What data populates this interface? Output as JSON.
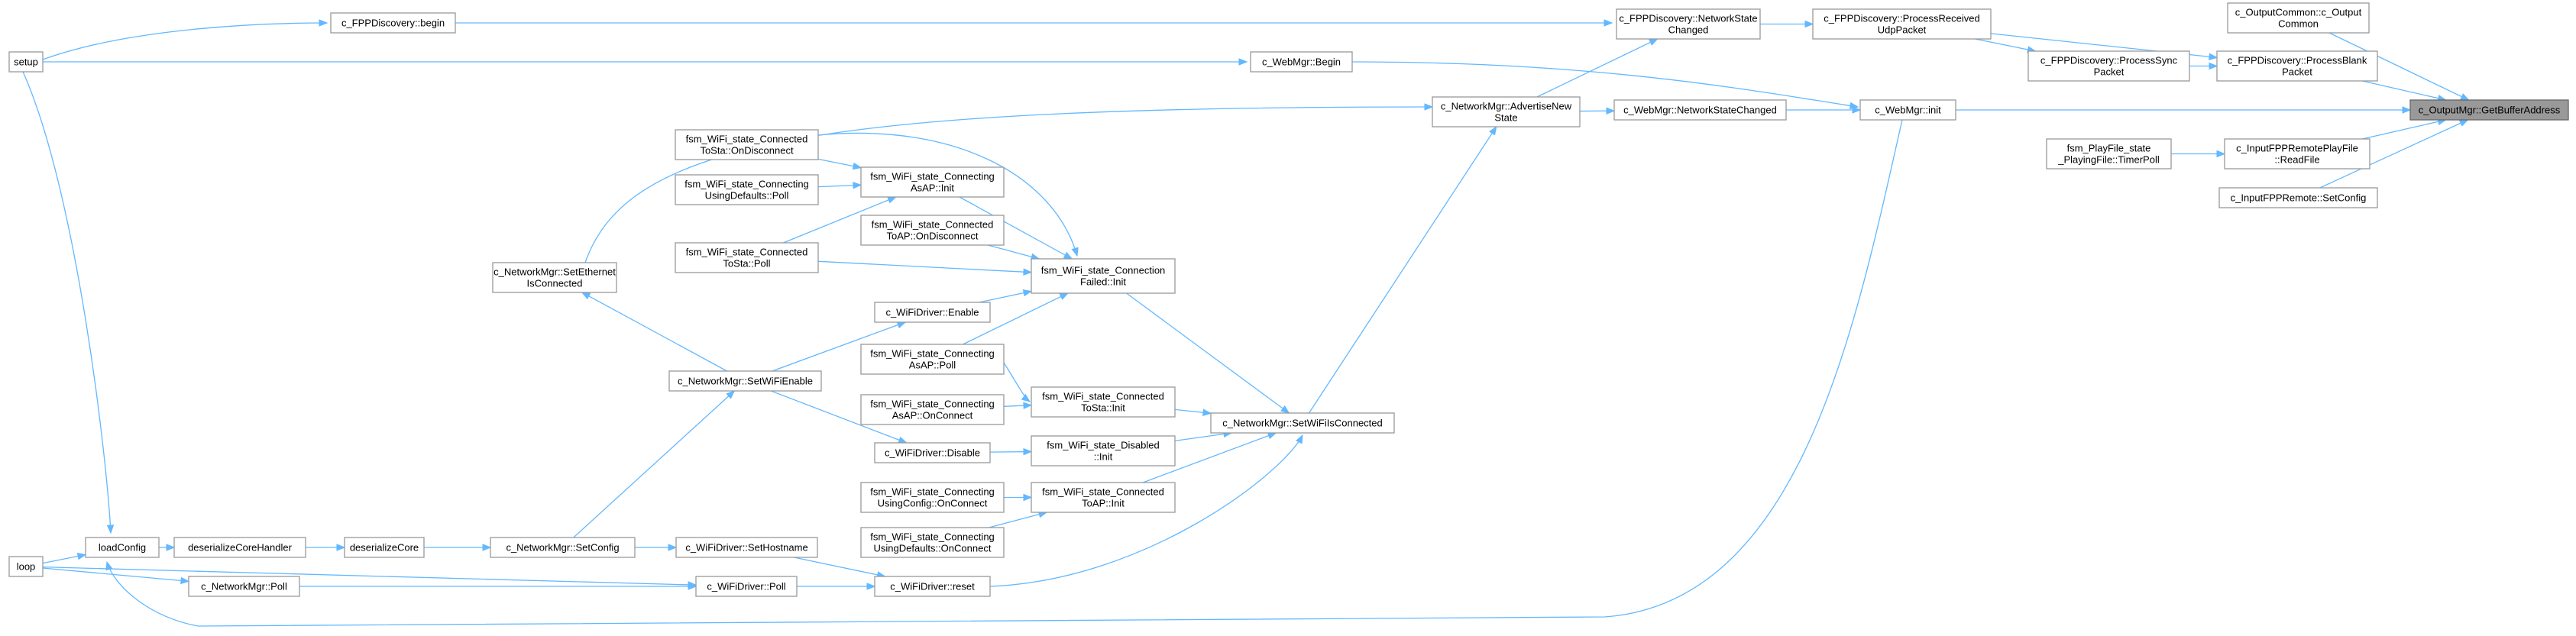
{
  "graph": {
    "colors": {
      "edge": "#63b8ff",
      "node_border": "#999999",
      "focus_fill": "#999999",
      "node_fill": "#ffffff"
    },
    "nodes": {
      "setup": [
        "setup"
      ],
      "loop": [
        "loop"
      ],
      "loadConfig": [
        "loadConfig"
      ],
      "deserializeCoreHandler": [
        "deserializeCoreHandler"
      ],
      "deserializeCore": [
        "deserializeCore"
      ],
      "fppBegin": [
        "c_FPPDiscovery::begin"
      ],
      "webBegin": [
        "c_WebMgr::Begin"
      ],
      "netSetEth": [
        "c_NetworkMgr::SetEthernet",
        "IsConnected"
      ],
      "netSetWiFiEnable": [
        "c_NetworkMgr::SetWiFiEnable"
      ],
      "netSetConfig": [
        "c_NetworkMgr::SetConfig"
      ],
      "netPoll": [
        "c_NetworkMgr::Poll"
      ],
      "fsmConnToStaDisc": [
        "fsm_WiFi_state_Connected",
        "ToSta::OnDisconnect"
      ],
      "fsmConnUsingDefPoll": [
        "fsm_WiFi_state_Connecting",
        "UsingDefaults::Poll"
      ],
      "fsmConnToStaPoll": [
        "fsm_WiFi_state_Connected",
        "ToSta::Poll"
      ],
      "fsmConnAsAPInit": [
        "fsm_WiFi_state_Connecting",
        "AsAP::Init"
      ],
      "fsmConnToAPDisc": [
        "fsm_WiFi_state_Connected",
        "ToAP::OnDisconnect"
      ],
      "wifiEnable": [
        "c_WiFiDriver::Enable"
      ],
      "fsmConnAsAPPoll": [
        "fsm_WiFi_state_Connecting",
        "AsAP::Poll"
      ],
      "fsmConnAsAPOnConn": [
        "fsm_WiFi_state_Connecting",
        "AsAP::OnConnect"
      ],
      "wifiDisable": [
        "c_WiFiDriver::Disable"
      ],
      "fsmConnUsingCfgOnConn": [
        "fsm_WiFi_state_Connecting",
        "UsingConfig::OnConnect"
      ],
      "fsmConnUsingDefOnConn": [
        "fsm_WiFi_state_Connecting",
        "UsingDefaults::OnConnect"
      ],
      "wifiSetHostname": [
        "c_WiFiDriver::SetHostname"
      ],
      "wifiPoll": [
        "c_WiFiDriver::Poll"
      ],
      "wifiReset": [
        "c_WiFiDriver::reset"
      ],
      "fsmConnFailedInit": [
        "fsm_WiFi_state_Connection",
        "Failed::Init"
      ],
      "fsmConnToStaInit": [
        "fsm_WiFi_state_Connected",
        "ToSta::Init"
      ],
      "fsmDisabledInit": [
        "fsm_WiFi_state_Disabled",
        "::Init"
      ],
      "fsmConnToAPInit": [
        "fsm_WiFi_state_Connected",
        "ToAP::Init"
      ],
      "netAdvertise": [
        "c_NetworkMgr::AdvertiseNew",
        "State"
      ],
      "netSetWiFiIsConn": [
        "c_NetworkMgr::SetWiFiIsConnected"
      ],
      "fppNetStateChanged": [
        "c_FPPDiscovery::NetworkState",
        "Changed"
      ],
      "webNetStateChanged": [
        "c_WebMgr::NetworkStateChanged"
      ],
      "fppProcRecv": [
        "c_FPPDiscovery::ProcessReceived",
        "UdpPacket"
      ],
      "webInit": [
        "c_WebMgr::init"
      ],
      "fppProcSync": [
        "c_FPPDiscovery::ProcessSync",
        "Packet"
      ],
      "fsmPlayFile": [
        "fsm_PlayFile_state",
        "_PlayingFile::TimerPoll"
      ],
      "outCommon": [
        "c_OutputCommon::c_Output",
        "Common"
      ],
      "fppProcBlank": [
        "c_FPPDiscovery::ProcessBlank",
        "Packet"
      ],
      "inRemotePlayRead": [
        "c_InputFPPRemotePlayFile",
        "::ReadFile"
      ],
      "inRemoteSetCfg": [
        "c_InputFPPRemote::SetConfig"
      ],
      "getBuf": [
        "c_OutputMgr::GetBufferAddress"
      ]
    },
    "edges": [
      [
        "setup",
        "fppBegin"
      ],
      [
        "setup",
        "webBegin"
      ],
      [
        "setup",
        "loadConfig"
      ],
      [
        "loop",
        "loadConfig"
      ],
      [
        "loop",
        "netPoll"
      ],
      [
        "loop",
        "wifiPoll"
      ],
      [
        "loadConfig",
        "deserializeCoreHandler"
      ],
      [
        "deserializeCoreHandler",
        "deserializeCore"
      ],
      [
        "deserializeCore",
        "netSetConfig"
      ],
      [
        "netSetConfig",
        "netSetWiFiEnable"
      ],
      [
        "netSetConfig",
        "wifiSetHostname"
      ],
      [
        "netSetWiFiEnable",
        "netSetEth"
      ],
      [
        "netSetWiFiEnable",
        "wifiEnable"
      ],
      [
        "netSetWiFiEnable",
        "wifiDisable"
      ],
      [
        "netSetEth",
        "netAdvertise"
      ],
      [
        "netPoll",
        "wifiPoll"
      ],
      [
        "wifiPoll",
        "wifiReset"
      ],
      [
        "wifiSetHostname",
        "wifiReset"
      ],
      [
        "fsmConnToStaDisc",
        "fsmConnFailedInit"
      ],
      [
        "fsmConnToAPDisc",
        "fsmConnFailedInit"
      ],
      [
        "fsmConnToStaPoll",
        "fsmConnFailedInit"
      ],
      [
        "fsmConnAsAPPoll",
        "fsmConnFailedInit"
      ],
      [
        "fsmConnToStaDisc",
        "fsmConnAsAPInit"
      ],
      [
        "fsmConnUsingDefPoll",
        "fsmConnAsAPInit"
      ],
      [
        "fsmConnToStaPoll",
        "fsmConnAsAPInit"
      ],
      [
        "fsmConnAsAPInit",
        "fsmConnFailedInit"
      ],
      [
        "wifiEnable",
        "fsmConnFailedInit"
      ],
      [
        "fsmConnAsAPPoll",
        "fsmConnToStaInit"
      ],
      [
        "fsmConnAsAPOnConn",
        "fsmConnToStaInit"
      ],
      [
        "wifiDisable",
        "fsmDisabledInit"
      ],
      [
        "fsmConnUsingCfgOnConn",
        "fsmConnToAPInit"
      ],
      [
        "fsmConnUsingDefOnConn",
        "fsmConnToAPInit"
      ],
      [
        "fsmConnFailedInit",
        "netSetWiFiIsConn"
      ],
      [
        "fsmConnToStaInit",
        "netSetWiFiIsConn"
      ],
      [
        "fsmDisabledInit",
        "netSetWiFiIsConn"
      ],
      [
        "fsmConnToAPInit",
        "netSetWiFiIsConn"
      ],
      [
        "wifiReset",
        "netSetWiFiIsConn"
      ],
      [
        "netSetWiFiIsConn",
        "netAdvertise"
      ],
      [
        "netAdvertise",
        "fppNetStateChanged"
      ],
      [
        "netAdvertise",
        "webNetStateChanged"
      ],
      [
        "fppBegin",
        "fppNetStateChanged"
      ],
      [
        "fppNetStateChanged",
        "fppProcRecv"
      ],
      [
        "webNetStateChanged",
        "webInit"
      ],
      [
        "webBegin",
        "webInit"
      ],
      [
        "webInit",
        "loadConfig"
      ],
      [
        "fppProcRecv",
        "fppProcSync"
      ],
      [
        "fppProcRecv",
        "fppProcBlank"
      ],
      [
        "fppProcSync",
        "fppProcBlank"
      ],
      [
        "fsmPlayFile",
        "inRemotePlayRead"
      ],
      [
        "outCommon",
        "getBuf"
      ],
      [
        "fppProcBlank",
        "getBuf"
      ],
      [
        "webInit",
        "getBuf"
      ],
      [
        "inRemotePlayRead",
        "getBuf"
      ],
      [
        "inRemoteSetCfg",
        "getBuf"
      ]
    ]
  }
}
